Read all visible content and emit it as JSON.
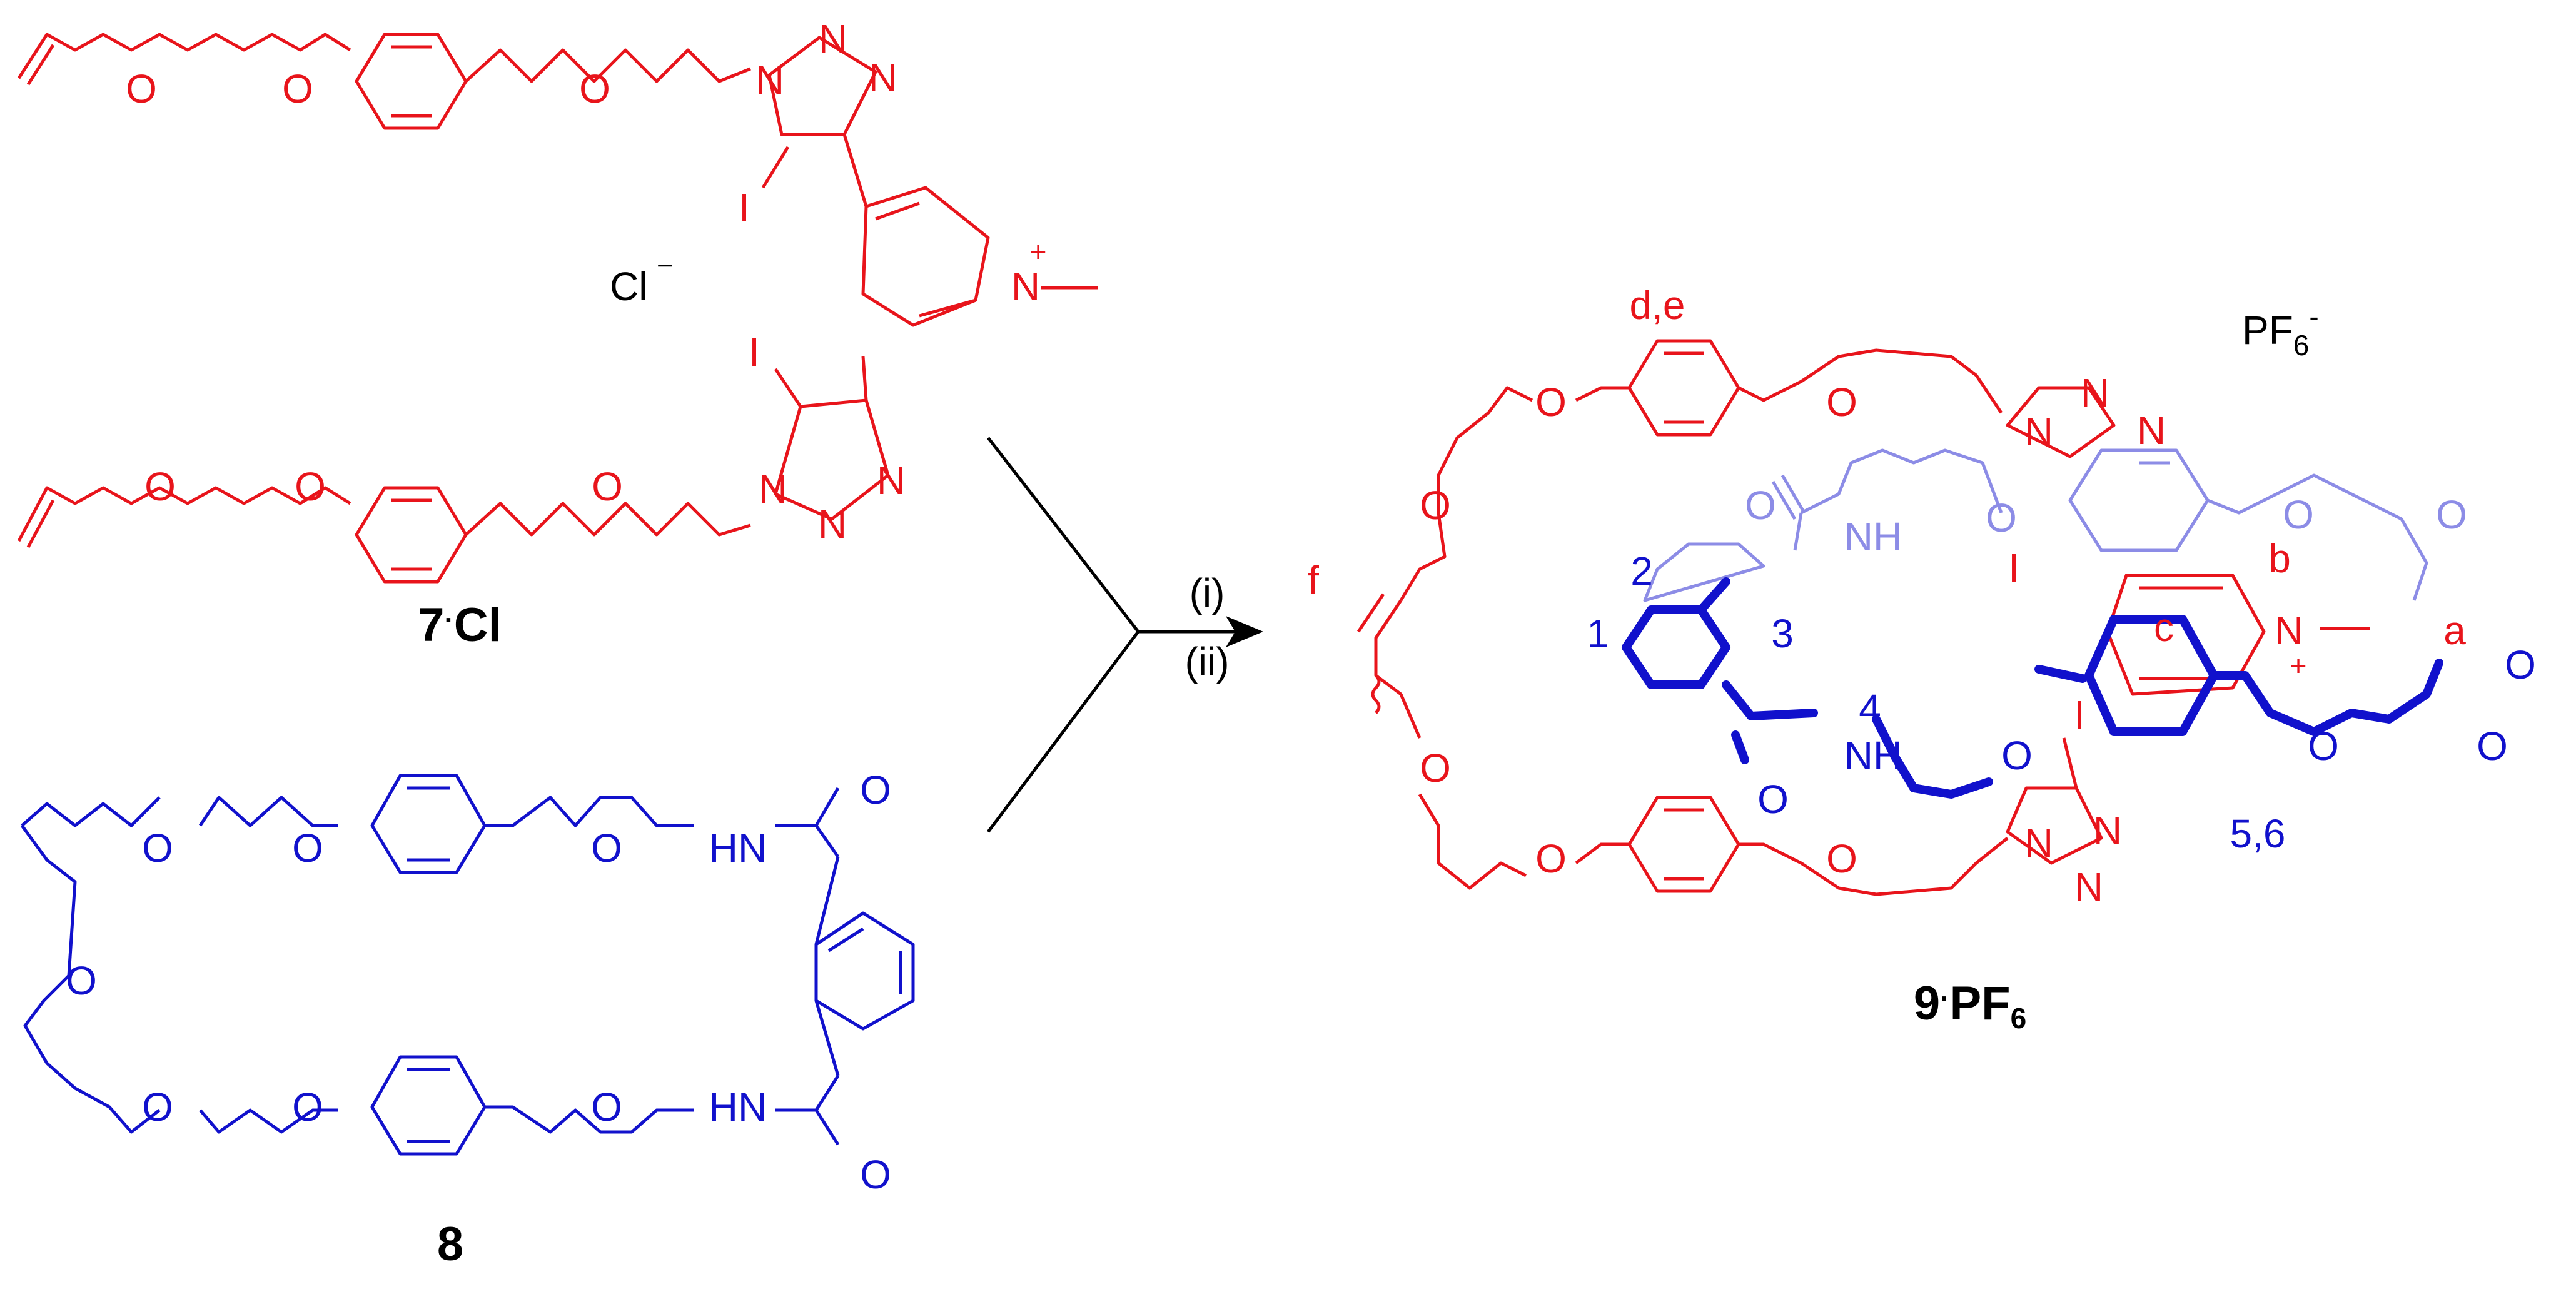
{
  "compounds": {
    "compound_7": {
      "number": "7",
      "dot": "·",
      "counterion": "Cl"
    },
    "compound_8": {
      "number": "8"
    },
    "compound_9": {
      "number": "9",
      "dot": "·",
      "counterion": "PF",
      "counterion_sub": "6"
    }
  },
  "ions": {
    "chloride": {
      "symbol": "Cl",
      "charge": "−"
    },
    "hexafluorophosphate": {
      "symbol": "PF",
      "sub": "6",
      "charge": "-"
    }
  },
  "conditions": {
    "step1": "(i)",
    "step2": "(ii)"
  },
  "atoms": {
    "oxygen": "O",
    "nitrogen": "N",
    "iodine": "I",
    "amide_nh": "NH",
    "amide_hn": "HN",
    "plus": "+",
    "minus": "−"
  },
  "proton_labels": {
    "a": "a",
    "b": "b",
    "c": "c",
    "de": "d,e",
    "f": "f",
    "p1": "1",
    "p2": "2",
    "p3": "3",
    "p4": "4",
    "p56": "5,6"
  },
  "colors": {
    "thread": "#e8141b",
    "macrocycle": "#1111cc",
    "macrocycle_back": "#8c8ce6",
    "text": "#000000"
  }
}
